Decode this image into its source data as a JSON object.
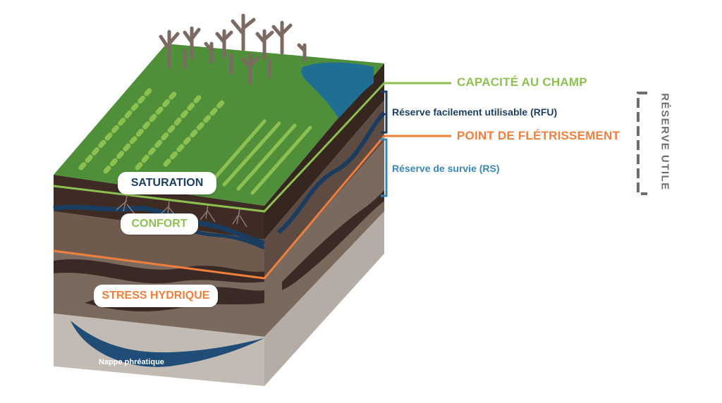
{
  "diagram": {
    "levels": {
      "field_capacity": "CAPACITÉ AU CHAMP",
      "wilting_point": "POINT DE FLÉTRISSEMENT"
    },
    "reserves": {
      "rfu": "Réserve facilement utilisable (RFU)",
      "rs": "Réserve de survie (RS)",
      "useful": "RÉSERVE UTILE"
    },
    "zones": {
      "saturation": "SATURATION",
      "comfort": "CONFORT",
      "stress": "STRESS HYDRIQUE",
      "groundwater": "Nappe phréatique"
    }
  },
  "colors": {
    "field_capacity": "#8cc152",
    "rfu": "#1c3f63",
    "wilting_point": "#f07f3c",
    "rs": "#3a86b4",
    "bracket": "#6d6e71",
    "grass": "#4f8f3a",
    "water": "#1f6e93",
    "water_dark": "#1a3c5e"
  }
}
